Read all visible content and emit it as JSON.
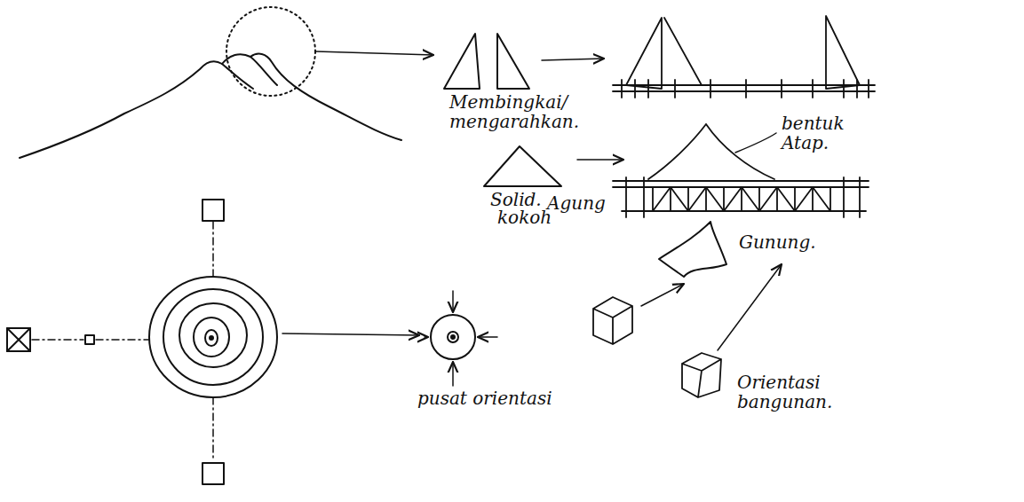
{
  "diagram": {
    "labels": [
      "Membingkai/ mengarahkan.",
      "Solid.",
      "kokoh",
      "Agung",
      "bentuk Atap.",
      "Gunung.",
      "pusat orientasi",
      "Orientasi bangunan."
    ]
  }
}
